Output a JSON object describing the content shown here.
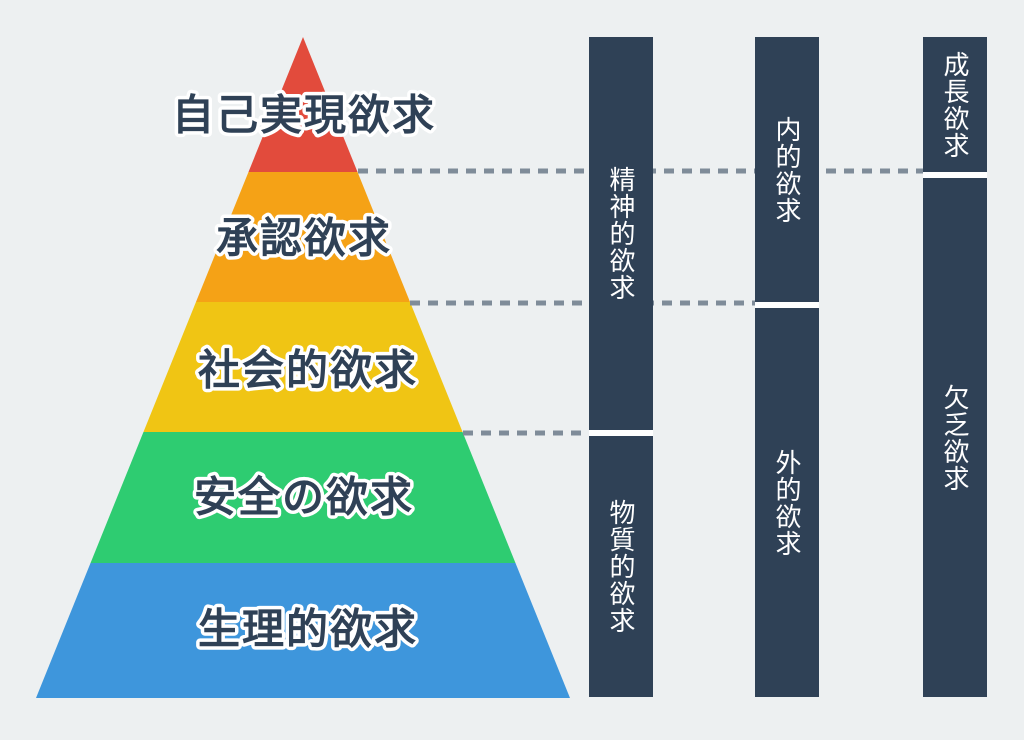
{
  "diagram": {
    "type": "pyramid-hierarchy",
    "pyramid": {
      "levels": [
        {
          "label": "自己実現欲求",
          "color": "#e24b3c"
        },
        {
          "label": "承認欲求",
          "color": "#f5a216"
        },
        {
          "label": "社会的欲求",
          "color": "#f0c514"
        },
        {
          "label": "安全の欲求",
          "color": "#2ecc71"
        },
        {
          "label": "生理的欲求",
          "color": "#3e96dc"
        }
      ]
    },
    "classification_bars": [
      {
        "top_label": "精神的欲求",
        "bottom_label": "物質的欲求"
      },
      {
        "top_label": "内的欲求",
        "bottom_label": "外的欲求"
      },
      {
        "top_label": "成長欲求",
        "bottom_label": "欠乏欲求"
      }
    ]
  },
  "colors": {
    "background": "#edf0f1",
    "bar": "#2f4156",
    "dash": "#7f8c99",
    "label_text": "#2f4156",
    "label_outline": "#ffffff",
    "bar_text": "#ffffff",
    "divider": "#ffffff"
  }
}
